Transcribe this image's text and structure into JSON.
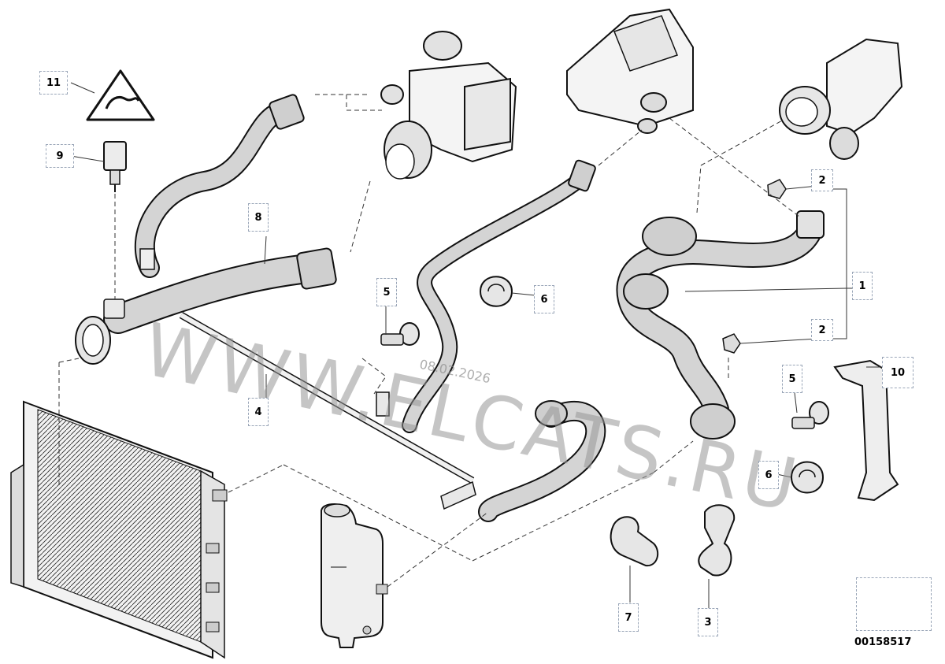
{
  "watermark": {
    "text": "WWW.ELCATS.RU",
    "date": "08.02.2026"
  },
  "diagram_id": "00158517",
  "colors": {
    "hose_fill": "#d4d4d4",
    "outline": "#1a1a1a",
    "leader": "#333333",
    "callout_border": "#9aa6b8"
  },
  "callouts": [
    {
      "id": "callout-1",
      "label": "1"
    },
    {
      "id": "callout-2a",
      "label": "2"
    },
    {
      "id": "callout-2b",
      "label": "2"
    },
    {
      "id": "callout-3",
      "label": "3"
    },
    {
      "id": "callout-4",
      "label": "4"
    },
    {
      "id": "callout-5a",
      "label": "5"
    },
    {
      "id": "callout-5b",
      "label": "5"
    },
    {
      "id": "callout-6a",
      "label": "6"
    },
    {
      "id": "callout-6b",
      "label": "6"
    },
    {
      "id": "callout-7",
      "label": "7"
    },
    {
      "id": "callout-8",
      "label": "8"
    },
    {
      "id": "callout-9",
      "label": "9"
    },
    {
      "id": "callout-10",
      "label": "10"
    },
    {
      "id": "callout-11",
      "label": "11"
    }
  ]
}
